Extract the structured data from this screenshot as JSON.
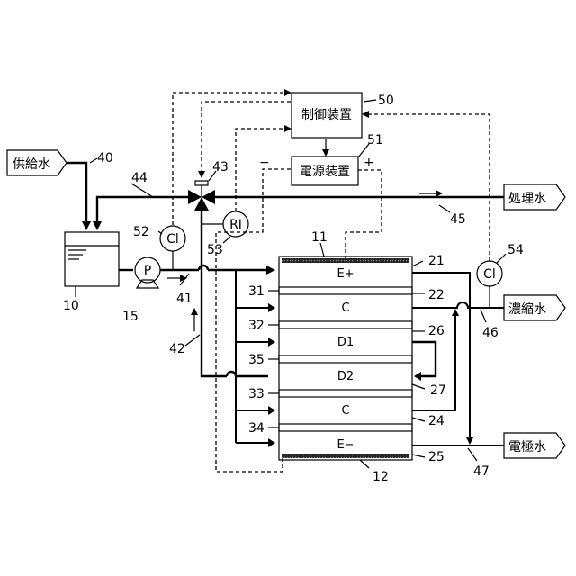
{
  "labels": {
    "supply_water": "供給水",
    "treated_water": "処理水",
    "concentrated_water": "濃縮水",
    "electrode_water": "電極水",
    "controller": "制御装置",
    "power_supply": "電源装置",
    "pump_symbol": "P",
    "cl_sensor_left": "Cl",
    "cl_sensor_right": "Cl",
    "ri_sensor": "RI",
    "minus_sign": "−",
    "plus_sign": "+"
  },
  "cells": {
    "e_plus": "E+",
    "c_top": "C",
    "d1": "D1",
    "d2": "D2",
    "c_bottom": "C",
    "e_minus": "E−"
  },
  "refs": {
    "n10": "10",
    "n11": "11",
    "n12": "12",
    "n15": "15",
    "n21": "21",
    "n22": "22",
    "n24": "24",
    "n25": "25",
    "n26": "26",
    "n27": "27",
    "n31": "31",
    "n32": "32",
    "n33": "33",
    "n34": "34",
    "n35": "35",
    "n40": "40",
    "n41": "41",
    "n42": "42",
    "n43": "43",
    "n44": "44",
    "n45": "45",
    "n46": "46",
    "n47": "47",
    "n50": "50",
    "n51": "51",
    "n52": "52",
    "n53": "53",
    "n54": "54"
  }
}
